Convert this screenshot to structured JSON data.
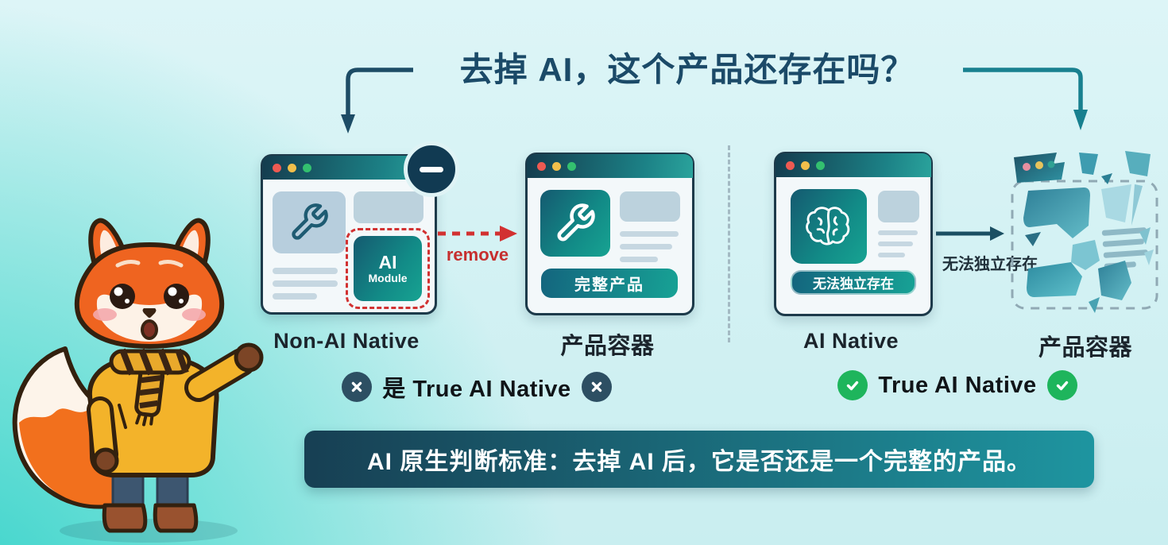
{
  "title": "去掉 AI，这个产品还存在吗？",
  "cards": {
    "non_ai": {
      "label": "Non-AI Native",
      "module_line1": "AI",
      "module_line2": "Module"
    },
    "container_left": {
      "label": "产品容器",
      "pill": "完整产品"
    },
    "ai_native": {
      "label": "AI Native",
      "pill": "无法独立存在"
    },
    "container_right": {
      "label": "产品容器"
    }
  },
  "annotations": {
    "remove": "remove",
    "cannot_exist": "无法独立存在"
  },
  "verdicts": {
    "left": "是 True AI Native",
    "right": "True AI Native"
  },
  "banner": "AI 原生判断标准：去掉 AI 后，它是否还是一个完整的产品。",
  "colors": {
    "background_cyan": "#d9f4f6",
    "background_turquoise": "#2dd0c7",
    "title_navy": "#1b4a68",
    "teal_accent": "#17828e",
    "card_border_navy": "#1d3a4a",
    "remove_red": "#d23131",
    "check_green": "#1eb55c",
    "x_slate": "#2d4f63",
    "banner_gradient_left": "#173f53",
    "banner_gradient_right": "#1e95a0"
  }
}
